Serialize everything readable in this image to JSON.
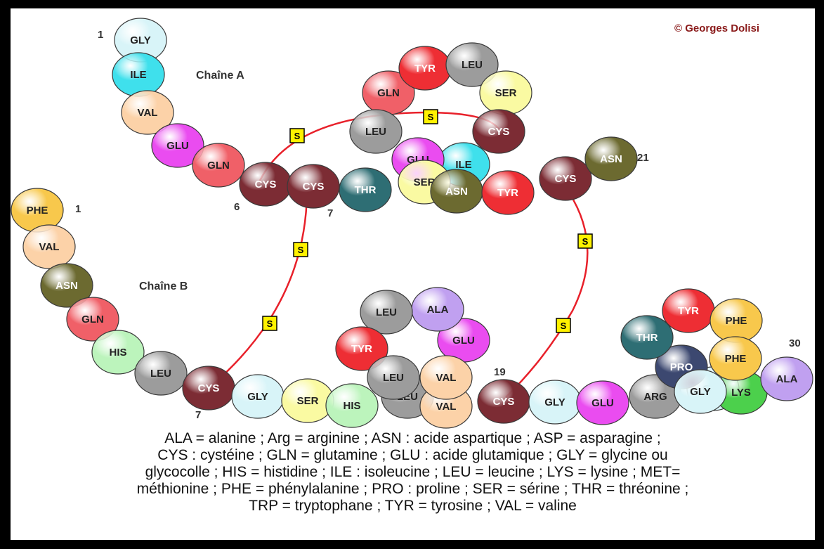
{
  "copyright": "© Georges Dolisi",
  "chain_a_label": "Chaîne A",
  "chain_b_label": "Chaîne B",
  "numbers": [
    "1",
    "21",
    "6",
    "7",
    "1",
    "7",
    "19",
    "30"
  ],
  "sulfur_label": "S",
  "residues": [
    {
      "label": "GLY",
      "color": "#d8f4f8"
    },
    {
      "label": "ILE",
      "color": "#3fe0ec"
    },
    {
      "label": "VAL",
      "color": "#fcd2a8"
    },
    {
      "label": "GLU",
      "color": "#ea4cf0"
    },
    {
      "label": "GLN",
      "color": "#f06068"
    },
    {
      "label": "CYS",
      "color": "#7c2c34"
    },
    {
      "label": "CYS",
      "color": "#7c2c34"
    },
    {
      "label": "THR",
      "color": "#2e6e74"
    },
    {
      "label": "GLN",
      "color": "#f06068"
    },
    {
      "label": "TYR",
      "color": "#ee2e34"
    },
    {
      "label": "LEU",
      "color": "#9c9c9c"
    },
    {
      "label": "SER",
      "color": "#fafaa2"
    },
    {
      "label": "CYS",
      "color": "#7c2c34"
    },
    {
      "label": "LEU",
      "color": "#9c9c9c"
    },
    {
      "label": "ILE",
      "color": "#3fe0ec"
    },
    {
      "label": "GLU",
      "color": "#ea4cf0"
    },
    {
      "label": "SER",
      "color": "#fafaa2"
    },
    {
      "label": "ASN",
      "color": "#6c6a30"
    },
    {
      "label": "TYR",
      "color": "#ee2e34"
    },
    {
      "label": "CYS",
      "color": "#7c2c34"
    },
    {
      "label": "ASN",
      "color": "#6c6a30"
    },
    {
      "label": "PHE",
      "color": "#f8c84c"
    },
    {
      "label": "VAL",
      "color": "#fcd2a8"
    },
    {
      "label": "ASN",
      "color": "#6c6a30"
    },
    {
      "label": "GLN",
      "color": "#f06068"
    },
    {
      "label": "HIS",
      "color": "#bcf4bc"
    },
    {
      "label": "LEU",
      "color": "#9c9c9c"
    },
    {
      "label": "CYS",
      "color": "#7c2c34"
    },
    {
      "label": "GLY",
      "color": "#d8f4f8"
    },
    {
      "label": "SER",
      "color": "#fafaa2"
    },
    {
      "label": "HIS",
      "color": "#bcf4bc"
    },
    {
      "label": "LEU",
      "color": "#9c9c9c"
    },
    {
      "label": "VAL",
      "color": "#fcd2a8"
    },
    {
      "label": "GLU",
      "color": "#ea4cf0"
    },
    {
      "label": "ALA",
      "color": "#c0a0f0"
    },
    {
      "label": "LEU",
      "color": "#9c9c9c"
    },
    {
      "label": "TYR",
      "color": "#ee2e34"
    },
    {
      "label": "LEU",
      "color": "#9c9c9c"
    },
    {
      "label": "VAL",
      "color": "#fcd2a8"
    },
    {
      "label": "CYS",
      "color": "#7c2c34"
    },
    {
      "label": "GLY",
      "color": "#d8f4f8"
    },
    {
      "label": "GLU",
      "color": "#ea4cf0"
    },
    {
      "label": "ARG",
      "color": "#9c9c9c"
    },
    {
      "label": "GLY",
      "color": "#d8f4f8"
    },
    {
      "label": "PRO",
      "color": "#3c4870"
    },
    {
      "label": "THR",
      "color": "#2e6e74"
    },
    {
      "label": "TYR",
      "color": "#ee2e34"
    },
    {
      "label": "PHE",
      "color": "#f8c84c"
    },
    {
      "label": "LYS",
      "color": "#4cd04c"
    },
    {
      "label": "PHE",
      "color": "#f8c84c"
    },
    {
      "label": "GLY",
      "color": "#d8f4f8"
    },
    {
      "label": "ALA",
      "color": "#c0a0f0"
    }
  ],
  "legend_lines": [
    "ALA = alanine ; Arg = arginine ; ASN : acide aspartique ; ASP = asparagine ;",
    "CYS : cystéine ; GLN = glutamine ; GLU : acide glutamique ; GLY = glycine ou",
    "glycocolle ; HIS = histidine ; ILE : isoleucine ; LEU = leucine ; LYS = lysine ; MET=",
    "méthionine ; PHE = phénylalanine ; PRO : proline ; SER = sérine ; THR = thréonine ;",
    "TRP = tryptophane ; TYR = tyrosine ; VAL = valine"
  ]
}
